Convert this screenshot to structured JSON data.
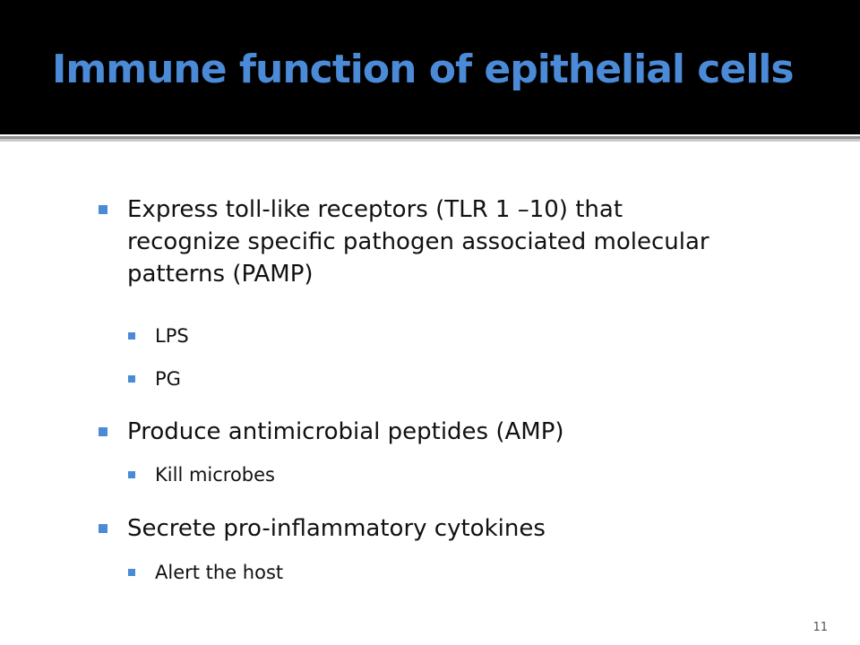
{
  "slide": {
    "title": "Immune function of epithelial cells",
    "bullets": [
      {
        "text": "Express toll-like receptors (TLR 1 –10) that recognize specific pathogen associated molecular patterns (PAMP)",
        "sub": [
          "LPS",
          "PG"
        ]
      },
      {
        "text": "Produce antimicrobial peptides (AMP)",
        "sub": [
          "Kill microbes"
        ]
      },
      {
        "text": "Secrete pro-inflammatory cytokines",
        "sub": [
          "Alert the host"
        ]
      }
    ],
    "page_number": "11",
    "colors": {
      "accent": "#4a8ad6",
      "title_background": "#000000",
      "body_background": "#ffffff",
      "text": "#111111"
    }
  }
}
